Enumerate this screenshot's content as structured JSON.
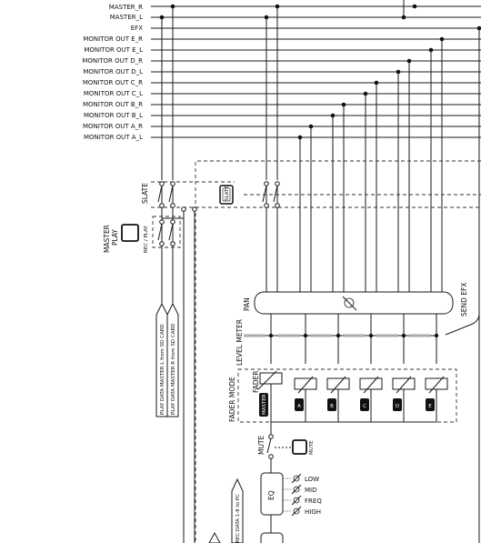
{
  "buses": [
    "MASTER_R",
    "MASTER_L",
    "EFX",
    "MONITOR OUT E_R",
    "MONITOR OUT E_L",
    "MONITOR OUT D_R",
    "MONITOR OUT D_L",
    "MONITOR OUT C_R",
    "MONITOR OUT C_L",
    "MONITOR OUT B_R",
    "MONITOR OUT B_L",
    "MONITOR OUT A_R",
    "MONITOR OUT A_L"
  ],
  "labels": {
    "slate": "SLATE",
    "master_play_1": "MASTER",
    "master_play_2": "PLAY",
    "rec_play": "REC / PLAY",
    "play_data_l": "PLAY DATA MASTER L from SD CARD",
    "play_data_r": "PLAY DATA MASTER R from SD CARD",
    "pan": "PAN",
    "send_efx": "SEND EFX",
    "level_meter": "LEVEL METER",
    "fader": "FADER",
    "fader_mode": "FADER MODE",
    "mute": "MUTE",
    "mute_button": "MUTE",
    "eq": "EQ",
    "slate_button": "SLATE",
    "rec_data": "REC DATA 1-8 to PC"
  },
  "eq_controls": [
    "LOW",
    "MID",
    "FREQ",
    "HIGH"
  ],
  "fader_modes": [
    "MASTER",
    "A",
    "B",
    "C",
    "D",
    "E"
  ]
}
